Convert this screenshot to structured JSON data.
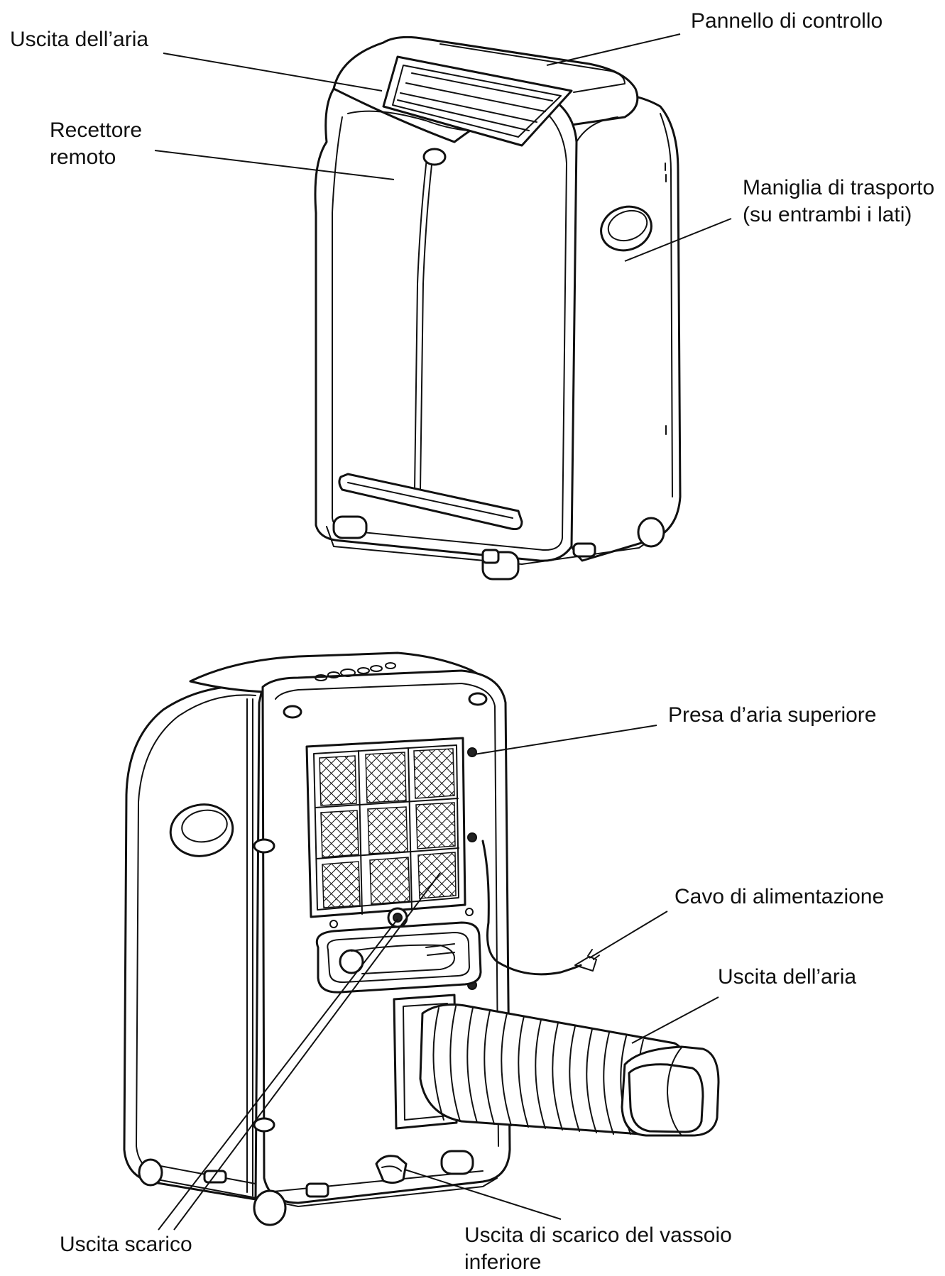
{
  "labels": {
    "front_air_outlet": "Uscita dell’aria",
    "control_panel": "Pannello di controllo",
    "remote_receiver_line1": "Recettore",
    "remote_receiver_line2": "remoto",
    "carry_handle_line1": "Maniglia di trasporto",
    "carry_handle_line2": "(su entrambi i lati)",
    "upper_air_intake": "Presa d’aria superiore",
    "power_cord": "Cavo di alimentazione",
    "rear_air_outlet": "Uscita dell’aria",
    "drain_outlet": "Uscita scarico",
    "tray_drain_line1": "Uscita di scarico del vassoio",
    "tray_drain_line2": "inferiore"
  }
}
